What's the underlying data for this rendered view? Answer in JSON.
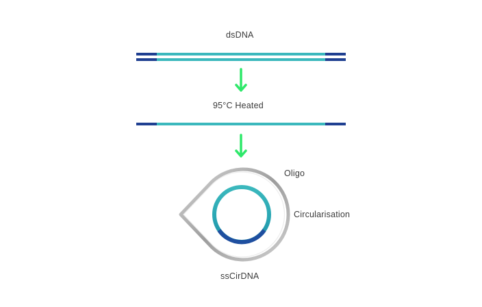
{
  "labels": {
    "top_strand": "dsDNA",
    "middle_strand": "95°C Heated",
    "oligo": "Oligo",
    "circularisation": "Circularisation",
    "bottom_product": "ssCirDNA"
  },
  "colors": {
    "dark_blue": "#1f3f91",
    "teal": "#3bb8bd",
    "arrow_green": "#2ee86a",
    "oligo_gray": "#a8a8a8",
    "text": "#3a3a3a"
  },
  "icons": {
    "arrow": "arrow-down-icon",
    "oligo_shape": "teardrop-outline"
  }
}
